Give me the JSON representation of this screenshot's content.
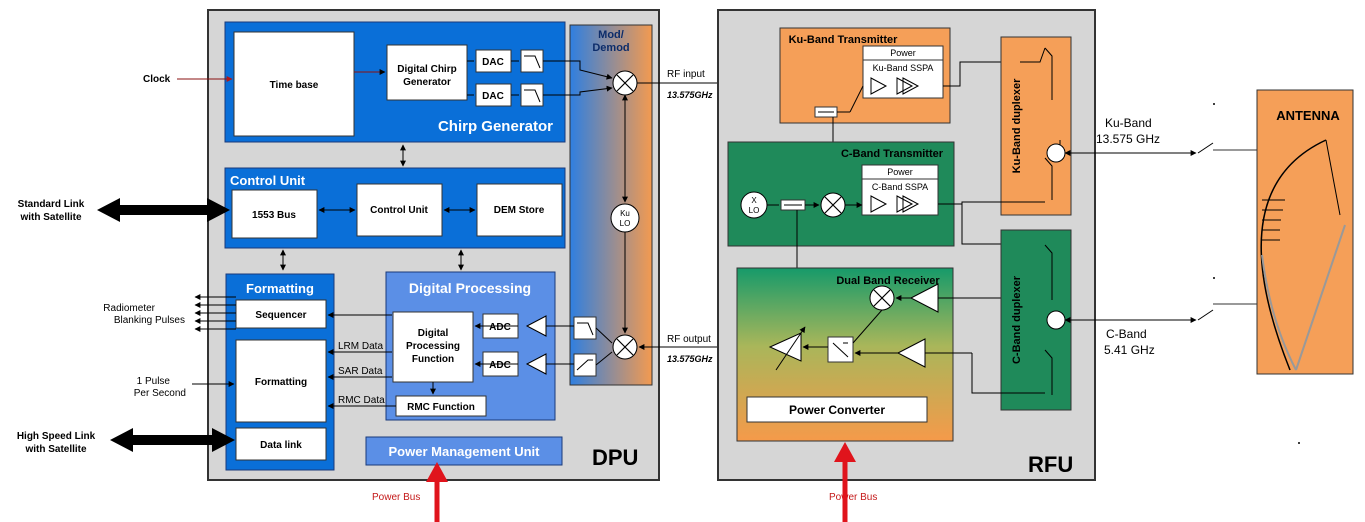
{
  "external": {
    "clock": "Clock",
    "standard_link_line1": "Standard  Link",
    "standard_link_line2": "with Satellite",
    "radiometer_line1": "Radiometer",
    "radiometer_line2": "Blanking Pulses",
    "pps_line1": "1 Pulse",
    "pps_line2": "Per Second",
    "high_speed_line1": "High Speed Link",
    "high_speed_line2": "with Satellite",
    "power_bus_dpu": "Power Bus",
    "power_bus_rfu": "Power Bus"
  },
  "dpu": {
    "label": "DPU",
    "chirp_generator": {
      "title": "Chirp Generator",
      "time_base": "Time base",
      "digital_chirp_line1": "Digital Chirp",
      "digital_chirp_line2": "Generator",
      "dac1": "DAC",
      "dac2": "DAC"
    },
    "control_unit": {
      "title": "Control Unit",
      "bus": "1553 Bus",
      "control": "Control Unit",
      "dem_store": "DEM Store"
    },
    "formatting": {
      "title": "Formatting",
      "sequencer": "Sequencer",
      "formatting": "Formatting",
      "data_link": "Data link"
    },
    "digital_processing": {
      "title": "Digital Processing",
      "function_line1": "Digital",
      "function_line2": "Processing",
      "function_line3": "Function",
      "adc1": "ADC",
      "adc2": "ADC",
      "rmc": "RMC Function",
      "lrm_data": "LRM Data",
      "sar_data": "SAR Data",
      "rmc_data": "RMC Data"
    },
    "moddemod_line1": "Mod/",
    "moddemod_line2": "Demod",
    "ku_lo_line1": "Ku",
    "ku_lo_line2": "LO",
    "power_management": "Power Management Unit"
  },
  "links": {
    "rf_input": "RF input",
    "rf_input_freq": "13.575GHz",
    "rf_output": "RF output",
    "rf_output_freq": "13.575GHz"
  },
  "rfu": {
    "label": "RFU",
    "ku_tx": {
      "title": "Ku-Band Transmitter",
      "power": "Power",
      "sspa": "Ku-Band SSPA"
    },
    "c_tx": {
      "title": "C-Band Transmitter",
      "power": "Power",
      "sspa": "C-Band SSPA",
      "xlo_line1": "X",
      "xlo_line2": "LO"
    },
    "receiver": {
      "title": "Dual Band Receiver",
      "power_converter": "Power Converter"
    },
    "ku_duplexer": "Ku-Band duplexer",
    "c_duplexer": "C-Band duplexer"
  },
  "antenna": {
    "title": "ANTENNA",
    "ku_band_line1": "Ku-Band",
    "ku_band_line2": "13.575 GHz",
    "c_band_line1": "C-Band",
    "c_band_line2": "5.41 GHz"
  },
  "colors": {
    "dpu_bg": "#d6d6d6",
    "blue": "#0a6fd8",
    "light_blue": "#5b8fe6",
    "orange": "#f5a05a",
    "green": "#1f8a5a",
    "power_bus_red": "#e0141c"
  }
}
